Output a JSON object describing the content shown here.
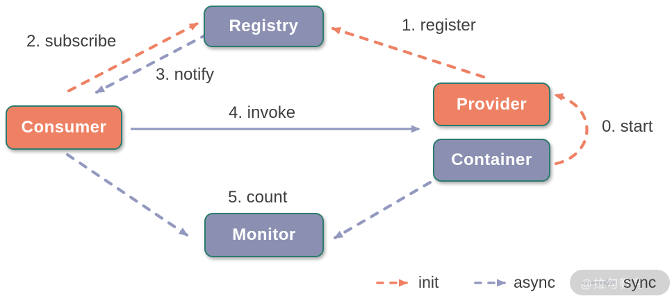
{
  "nodes": {
    "registry": {
      "label": "Registry",
      "color": "#8b90b2"
    },
    "consumer": {
      "label": "Consumer",
      "color": "#ee8164"
    },
    "provider": {
      "label": "Provider",
      "color": "#ee8164"
    },
    "container": {
      "label": "Container",
      "color": "#8b90b2"
    },
    "monitor": {
      "label": "Monitor",
      "color": "#8b90b2"
    }
  },
  "edges": {
    "start": {
      "label": "0. start",
      "from": "container",
      "to": "provider",
      "style": "init"
    },
    "register": {
      "label": "1. register",
      "from": "provider",
      "to": "registry",
      "style": "init"
    },
    "subscribe": {
      "label": "2. subscribe",
      "from": "consumer",
      "to": "registry",
      "style": "init"
    },
    "notify": {
      "label": "3. notify",
      "from": "registry",
      "to": "consumer",
      "style": "async"
    },
    "invoke": {
      "label": "4. invoke",
      "from": "consumer",
      "to": "provider",
      "style": "sync"
    },
    "count": {
      "label": "5. count",
      "from": "consumer,container",
      "to": "monitor",
      "style": "async"
    }
  },
  "legend": {
    "init": {
      "label": "init",
      "line": "dashed",
      "color": "#ee8164"
    },
    "async": {
      "label": "async",
      "line": "dashed",
      "color": "#9399bf"
    },
    "sync": {
      "label": "sync",
      "line": "solid",
      "color": "#9399bf"
    }
  },
  "watermark": "@拉勾教育",
  "colors": {
    "node_border": "#2b7b6e",
    "arrow_orange": "#ee8164",
    "arrow_purple": "#9399bf",
    "label_text": "#3e3e3e",
    "background": "#ffffff"
  }
}
